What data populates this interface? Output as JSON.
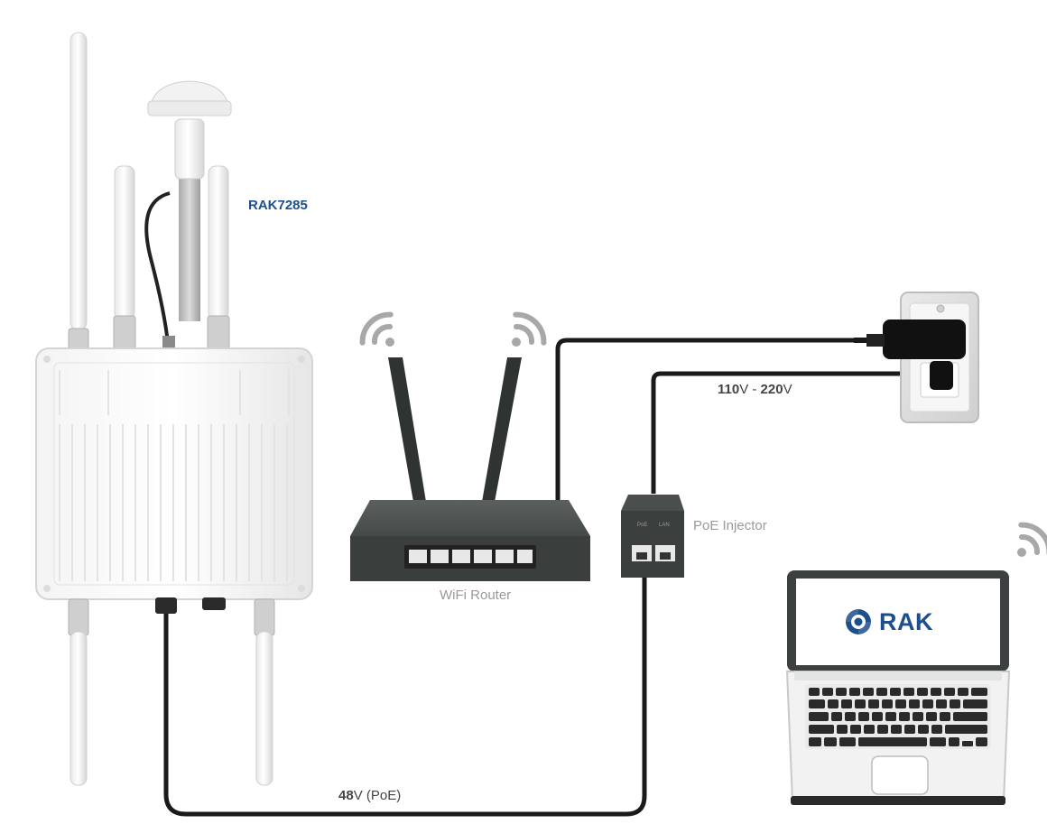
{
  "labels": {
    "gateway": "RAK7285",
    "router": "WiFi Router",
    "poe_injector": "PoE Injector",
    "voltage": {
      "value": "110",
      "unit": "V - ",
      "value2": "220",
      "unit2": "V"
    },
    "poe_power": {
      "value": "48",
      "unit": "V (PoE)"
    },
    "laptop_logo": "RAK"
  },
  "colors": {
    "brand_blue": "#1d4f8c",
    "label_gray": "#9a9a9a",
    "label_dark": "#444444",
    "cable": "#1a1a1a",
    "device_dark": "#3b3f3e",
    "wifi_gray": "#a8a8a8"
  },
  "icons": [
    "wifi-icon",
    "antenna-icon",
    "ethernet-port-icon",
    "power-adapter-icon",
    "wall-outlet-icon",
    "rak-logo-icon"
  ]
}
